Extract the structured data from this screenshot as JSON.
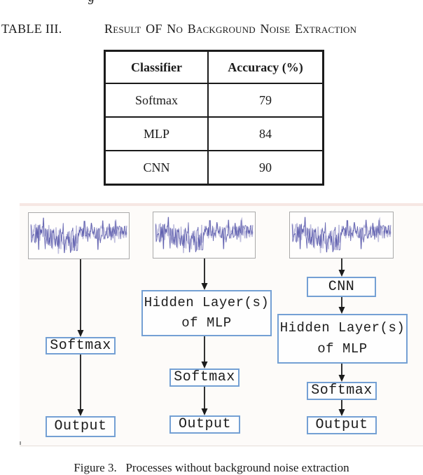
{
  "page": {
    "top_text_fragment": "g",
    "table_label": "TABLE III.",
    "table_title": "Result OF No Background Noise Extraction",
    "figure_caption": "Figure 3.   Processes without background noise extraction"
  },
  "table": {
    "headers": [
      "Classifier",
      "Accuracy (%)"
    ],
    "rows": [
      {
        "classifier": "Softmax",
        "accuracy": "79"
      },
      {
        "classifier": "MLP",
        "accuracy": "84"
      },
      {
        "classifier": "CNN",
        "accuracy": "90"
      }
    ]
  },
  "diagram": {
    "pipelines": [
      {
        "name": "softmax-only",
        "nodes": [
          {
            "label": "Softmax"
          },
          {
            "label": "Output"
          }
        ]
      },
      {
        "name": "mlp-pipeline",
        "nodes": [
          {
            "label": "Hidden Layer(s)\nof MLP"
          },
          {
            "label": "Softmax"
          },
          {
            "label": "Output"
          }
        ]
      },
      {
        "name": "cnn-mlp-pipeline",
        "nodes": [
          {
            "label": "CNN"
          },
          {
            "label": "Hidden Layer(s)\nof MLP"
          },
          {
            "label": "Softmax"
          },
          {
            "label": "Output"
          }
        ]
      }
    ],
    "waveform": "noisy-audio-signal",
    "colors": {
      "box_border": "#74a0d4",
      "arrow": "#1b1b1b",
      "waveform_stroke": "#4e4ea6",
      "waveform_panel_border": "#a9a9a9",
      "figure_top_strip": "#f6e7e3"
    }
  }
}
